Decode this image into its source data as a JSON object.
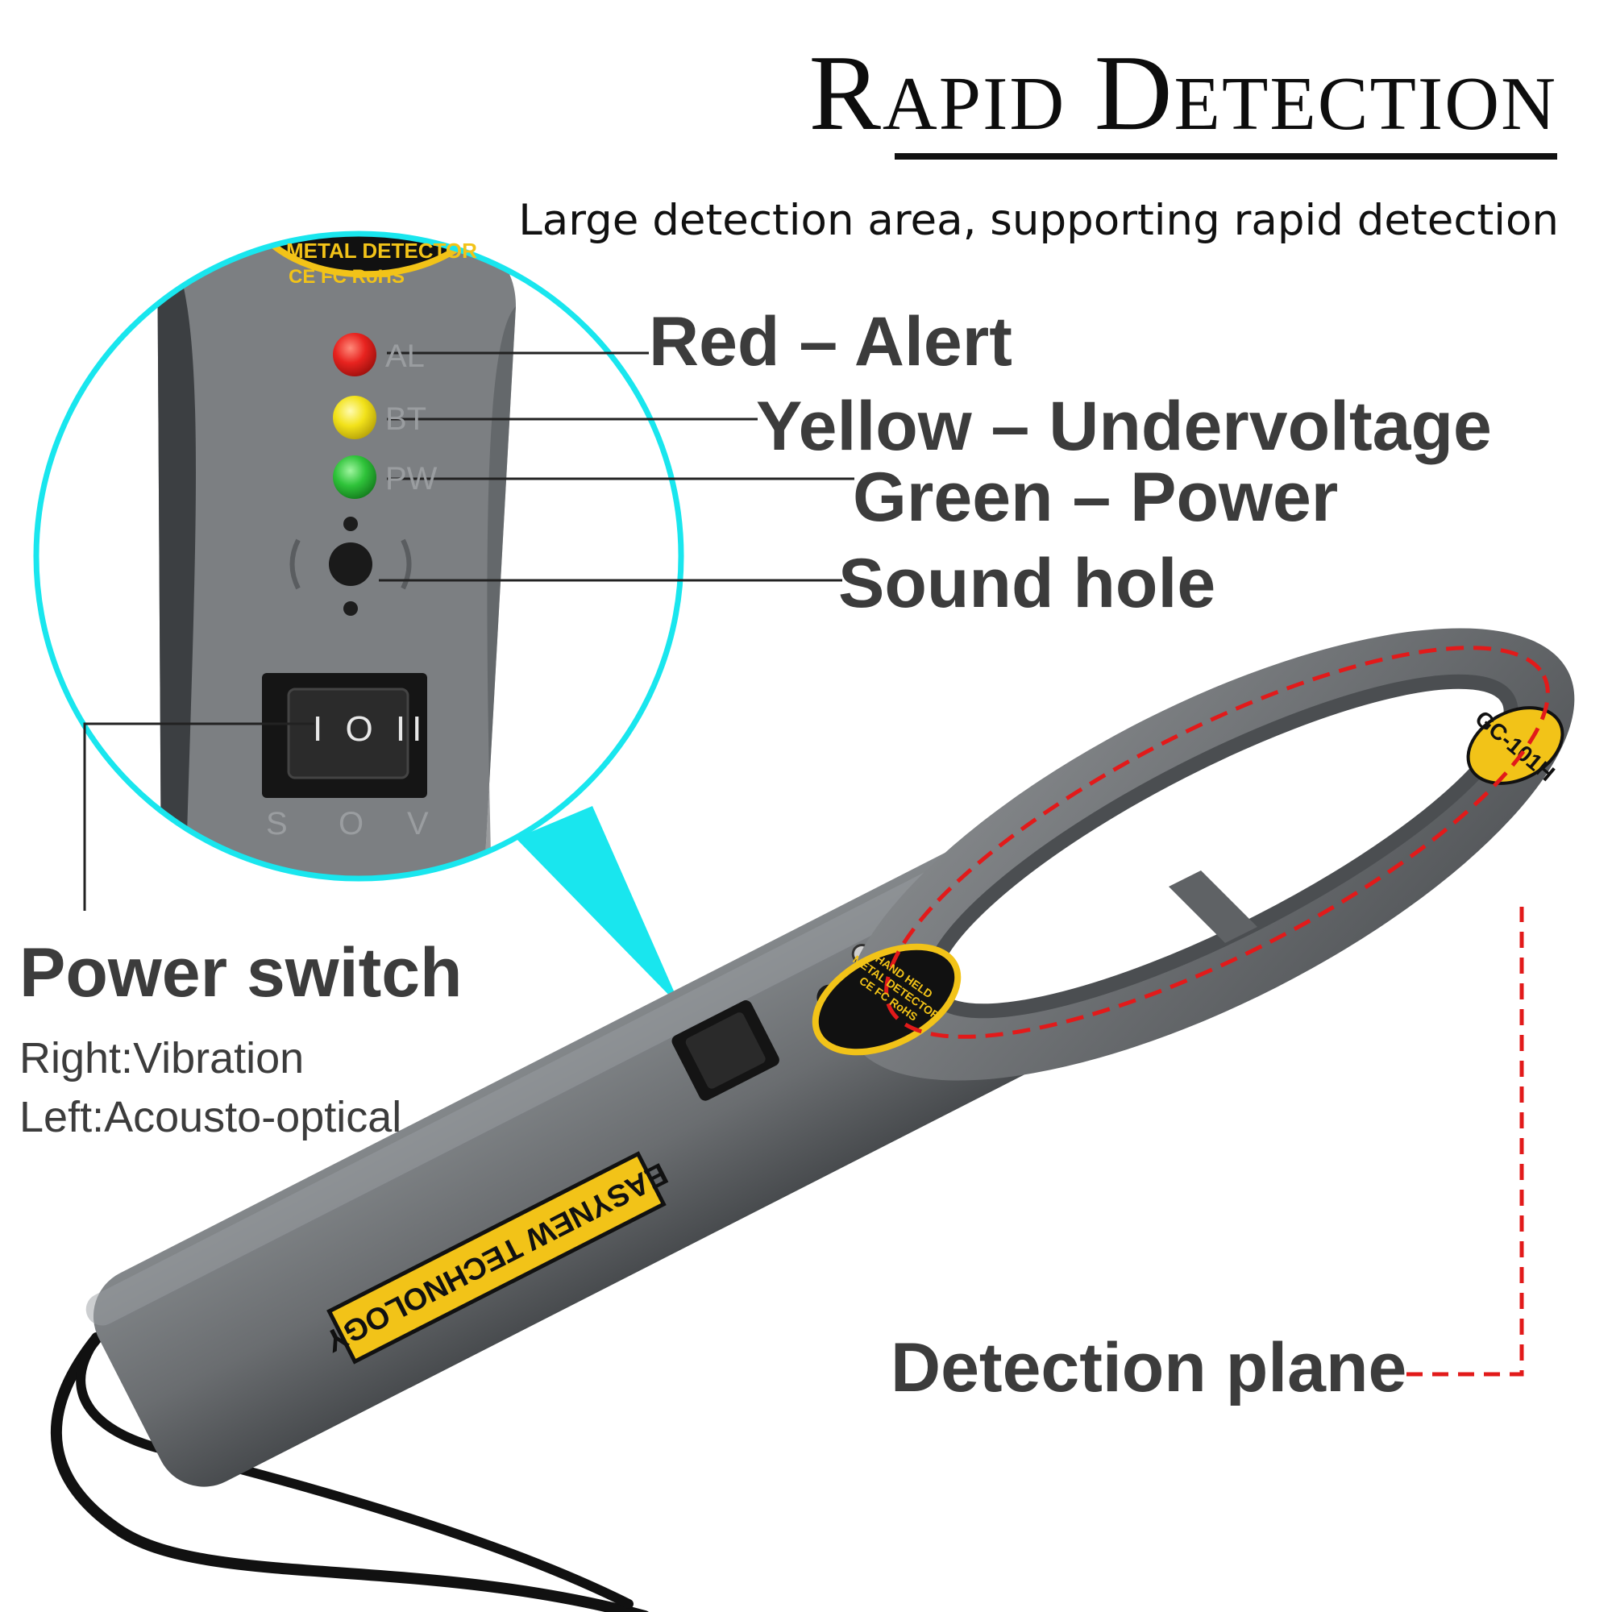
{
  "heading": "Rapid Detection",
  "subheading": "Large detection area, supporting rapid detection",
  "callouts": {
    "red": "Red – Alert",
    "yellow": "Yellow – Undervoltage",
    "green": "Green – Power",
    "sound": "Sound hole",
    "power_switch": "Power switch",
    "detection_plane": "Detection plane"
  },
  "switch_modes": {
    "right": "Right:Vibration",
    "left": "Left:Acousto-optical"
  },
  "device": {
    "badge_top": "METAL DETECTOR",
    "cert_marks": "CE FC RoHS",
    "led_codes": [
      "AL",
      "BT",
      "PW"
    ],
    "mode_letters": [
      "S",
      "O",
      "V"
    ],
    "switch_symbols": "I O II",
    "model": "GC-101H",
    "oval_label_line1": "HAND HELD",
    "oval_label_line2": "METAL DETECTOR",
    "oval_label_line3": "CE FC RoHS",
    "brand": "EASYNEW TECHNOLOGY"
  },
  "colors": {
    "accent_cyan": "#19e6ee",
    "led_red": "#e8231f",
    "led_yellow": "#f2e21a",
    "led_green": "#2fc33a",
    "badge_yellow": "#f2c318",
    "device_gray": "#6f7275",
    "plane_red": "#e21a1a"
  }
}
